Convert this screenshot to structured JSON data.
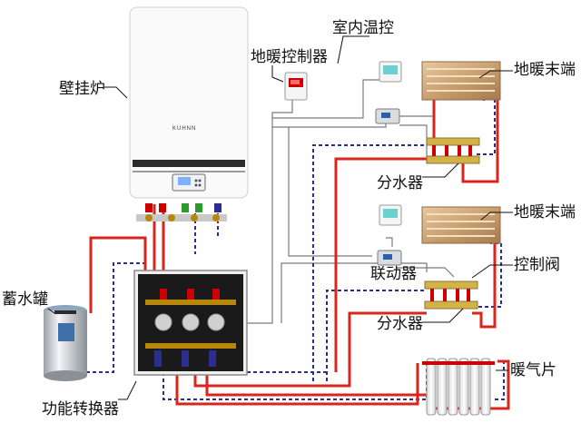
{
  "labels": {
    "boiler": "壁挂炉",
    "room_thermostat": "室内温控",
    "floor_controller": "地暖控制器",
    "floor_terminal_top": "地暖末端",
    "manifold_top": "分水器",
    "floor_terminal_bottom": "地暖末端",
    "control_valve": "控制阀",
    "linkage": "联动器",
    "manifold_bottom": "分水器",
    "storage_tank": "蓄水罐",
    "radiator": "暖气片",
    "function_converter": "功能转换器"
  },
  "boiler_brand": "KUHNN",
  "colors": {
    "supply_pipe": "#d9261c",
    "return_pipe": "#2a2f8f",
    "signal_wire": "#7a7a7a",
    "boiler_band": "#2b2b2b"
  }
}
